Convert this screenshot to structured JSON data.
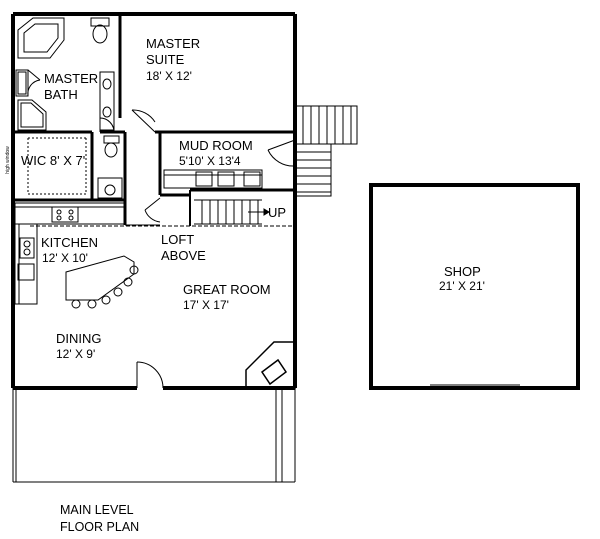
{
  "plan": {
    "caption_line1": "MAIN LEVEL",
    "caption_line2": "FLOOR PLAN",
    "rooms": {
      "master_suite": {
        "name_line1": "MASTER",
        "name_line2": "SUITE",
        "dims": "18' X 12'"
      },
      "master_bath": {
        "name_line1": "MASTER",
        "name_line2": "BATH"
      },
      "wic": {
        "label": "WIC 8' X 7'"
      },
      "mud_room": {
        "name": "MUD ROOM",
        "dims": "5'10' X 13'4"
      },
      "kitchen": {
        "name": "KITCHEN",
        "dims": "12' X 10'"
      },
      "loft": {
        "line1": "LOFT",
        "line2": "ABOVE"
      },
      "great_room": {
        "name": "GREAT ROOM",
        "dims": "17' X 17'"
      },
      "dining": {
        "name": "DINING",
        "dims": "12' X 9'"
      },
      "shop": {
        "name": "SHOP",
        "dims": "21' X 21'"
      }
    },
    "stair_label": "UP",
    "side_note": "high window"
  }
}
